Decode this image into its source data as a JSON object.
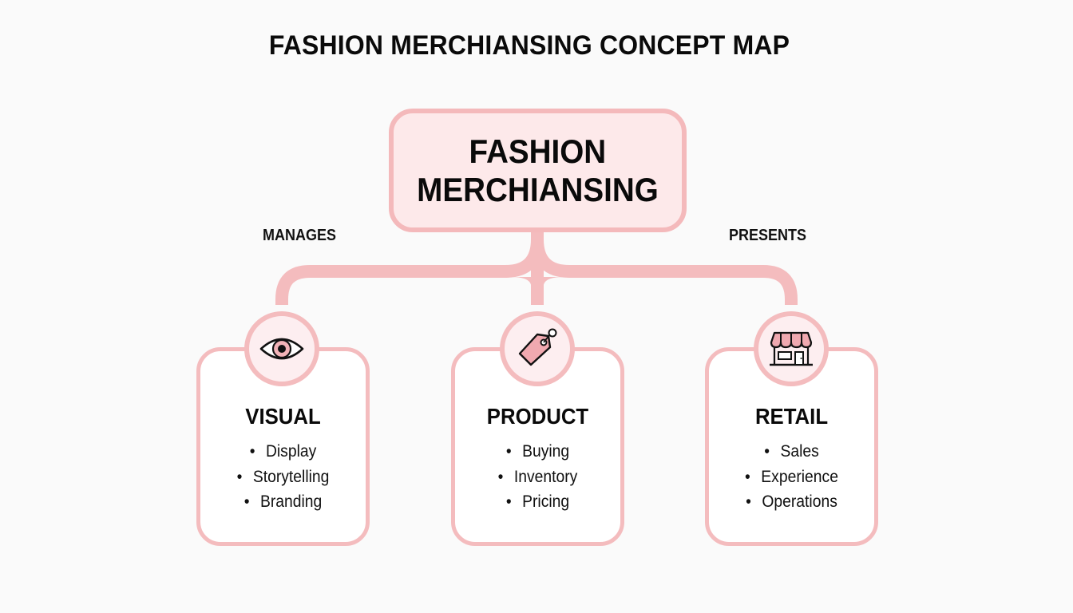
{
  "title": "FASHION MERCHIANSING CONCEPT MAP",
  "central_node": {
    "lines": [
      "FASHION",
      "MERCHIANSING"
    ]
  },
  "relationships": {
    "left": "MANAGES",
    "right": "PRESENTS"
  },
  "categories": [
    {
      "title": "VISUAL",
      "icon": "eye-icon",
      "items": [
        "Display",
        "Storytelling",
        "Branding"
      ]
    },
    {
      "title": "PRODUCT",
      "icon": "price-tag-icon",
      "items": [
        "Buying",
        "Inventory",
        "Pricing"
      ]
    },
    {
      "title": "RETAIL",
      "icon": "storefront-icon",
      "items": [
        "Sales",
        "Experience",
        "Operations"
      ]
    }
  ],
  "colors": {
    "accent_stroke": "#f4bcbe",
    "node_fill": "#fde9ea",
    "background": "#fafafa",
    "text": "#0a0a0a"
  }
}
